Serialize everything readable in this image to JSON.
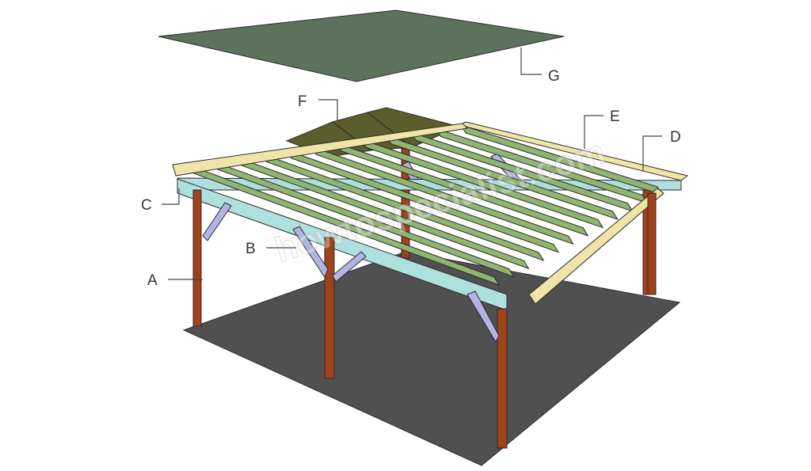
{
  "diagram": {
    "labels": [
      {
        "key": "A",
        "text": "A",
        "part": "posts"
      },
      {
        "key": "B",
        "text": "B",
        "part": "braces"
      },
      {
        "key": "C",
        "text": "C",
        "part": "beams"
      },
      {
        "key": "D",
        "text": "D",
        "part": "front-fascia-board"
      },
      {
        "key": "E",
        "text": "E",
        "part": "back-fascia-board"
      },
      {
        "key": "F",
        "text": "F",
        "part": "roof-sheathing"
      },
      {
        "key": "G",
        "text": "G",
        "part": "roofing"
      }
    ],
    "watermark": "howtospecialist.com"
  },
  "colors": {
    "ground": "#505050",
    "posts": "#a0421a",
    "braces": "#b3b3e6",
    "beams": "#aee0de",
    "rafters": "#8fb571",
    "fascia": "#f0e4a8",
    "sheathing": "#5b5e2b",
    "roofing": "#5d725d"
  }
}
